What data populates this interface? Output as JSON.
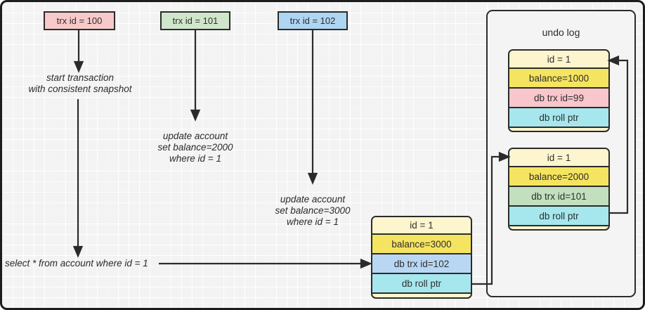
{
  "transactions": [
    {
      "label": "trx id = 100",
      "color": "#f8c9cb"
    },
    {
      "label": "trx id = 101",
      "color": "#d0e6ca"
    },
    {
      "label": "trx id = 102",
      "color": "#aed5f2"
    }
  ],
  "annotations": {
    "start_snapshot_line1": "start transaction",
    "start_snapshot_line2": "with consistent snapshot",
    "update_2000_line1": "update account",
    "update_2000_line2": "set balance=2000",
    "update_2000_line3": "where id = 1",
    "update_3000_line1": "update account",
    "update_3000_line2": "set balance=3000",
    "update_3000_line3": "where id = 1",
    "select_query": "select * from account where id = 1"
  },
  "current_row": {
    "rows": [
      {
        "label": "id = 1",
        "color": "#fcf5cd"
      },
      {
        "label": "balance=3000",
        "color": "#f5e45f"
      },
      {
        "label": "db trx id=102",
        "color": "#b9d7f2"
      },
      {
        "label": "db roll ptr",
        "color": "#a6e7ee"
      }
    ]
  },
  "undo_log": {
    "title": "undo log",
    "record1": {
      "rows": [
        {
          "label": "id = 1",
          "color": "#fcf5cd"
        },
        {
          "label": "balance=1000",
          "color": "#f5e45f"
        },
        {
          "label": "db trx id=99",
          "color": "#f8c6cb"
        },
        {
          "label": "db roll ptr",
          "color": "#a6e7ee"
        }
      ]
    },
    "record2": {
      "rows": [
        {
          "label": "id = 1",
          "color": "#fcf5cd"
        },
        {
          "label": "balance=2000",
          "color": "#f5e45f"
        },
        {
          "label": "db trx id=101",
          "color": "#c2e0bd"
        },
        {
          "label": "db roll ptr",
          "color": "#a6e7ee"
        }
      ]
    }
  }
}
